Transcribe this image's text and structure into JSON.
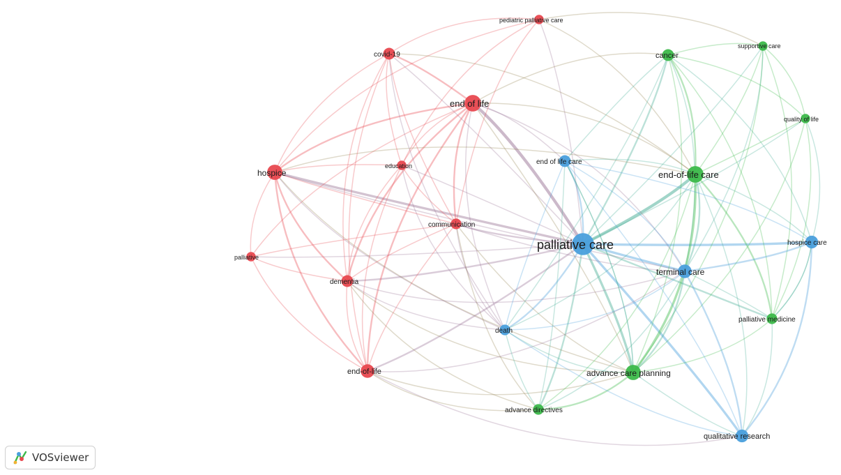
{
  "app": {
    "brand_name": "VOSviewer"
  },
  "colors": {
    "cluster_red": "#e8484f",
    "cluster_green": "#3cb94a",
    "cluster_blue": "#4a9fdc"
  },
  "network": {
    "nodes": [
      {
        "id": "palliative-care",
        "label": "palliative care",
        "cluster": "blue",
        "weight": 10
      },
      {
        "id": "end-of-life",
        "label": "end of life",
        "cluster": "red",
        "weight": 5
      },
      {
        "id": "hospice",
        "label": "hospice",
        "cluster": "red",
        "weight": 4
      },
      {
        "id": "covid-19",
        "label": "covid-19",
        "cluster": "red",
        "weight": 2
      },
      {
        "id": "pediatric-palliative-care",
        "label": "pediatric palliative care",
        "cluster": "red",
        "weight": 1
      },
      {
        "id": "education",
        "label": "education",
        "cluster": "red",
        "weight": 1
      },
      {
        "id": "communication",
        "label": "communication",
        "cluster": "red",
        "weight": 1.5
      },
      {
        "id": "palliative",
        "label": "palliative",
        "cluster": "red",
        "weight": 1
      },
      {
        "id": "dementia",
        "label": "dementia",
        "cluster": "red",
        "weight": 2
      },
      {
        "id": "end-of-life-hyphen",
        "label": "end-of-life",
        "cluster": "red",
        "weight": 3
      },
      {
        "id": "cancer",
        "label": "cancer",
        "cluster": "green",
        "weight": 2
      },
      {
        "id": "supportive-care",
        "label": "supportive care",
        "cluster": "green",
        "weight": 1
      },
      {
        "id": "quality-of-life",
        "label": "quality of life",
        "cluster": "green",
        "weight": 1
      },
      {
        "id": "end-of-life-care-hyphen",
        "label": "end-of-life care",
        "cluster": "green",
        "weight": 5
      },
      {
        "id": "palliative-medicine",
        "label": "palliative medicine",
        "cluster": "green",
        "weight": 1.5
      },
      {
        "id": "advance-care-planning",
        "label": "advance care planning",
        "cluster": "green",
        "weight": 4
      },
      {
        "id": "advance-directives",
        "label": "advance directives",
        "cluster": "green",
        "weight": 1.5
      },
      {
        "id": "end-of-life-care",
        "label": "end of life care",
        "cluster": "blue",
        "weight": 2
      },
      {
        "id": "hospice-care",
        "label": "hospice care",
        "cluster": "blue",
        "weight": 2.5
      },
      {
        "id": "terminal-care",
        "label": "terminal care",
        "cluster": "blue",
        "weight": 3
      },
      {
        "id": "death",
        "label": "death",
        "cluster": "blue",
        "weight": 1.5
      },
      {
        "id": "qualitative-research",
        "label": "qualitative research",
        "cluster": "blue",
        "weight": 2.5
      }
    ],
    "links": [
      [
        "palliative-care",
        "end-of-life",
        4
      ],
      [
        "palliative-care",
        "hospice",
        3
      ],
      [
        "palliative-care",
        "end-of-life-care-hyphen",
        4
      ],
      [
        "palliative-care",
        "advance-care-planning",
        3
      ],
      [
        "palliative-care",
        "qualitative-research",
        3
      ],
      [
        "palliative-care",
        "terminal-care",
        3
      ],
      [
        "palliative-care",
        "hospice-care",
        3
      ],
      [
        "palliative-care",
        "end-of-life-care",
        2
      ],
      [
        "palliative-care",
        "death",
        2
      ],
      [
        "palliative-care",
        "dementia",
        2
      ],
      [
        "palliative-care",
        "end-of-life-hyphen",
        2
      ],
      [
        "palliative-care",
        "communication",
        2
      ],
      [
        "palliative-care",
        "cancer",
        2
      ],
      [
        "palliative-care",
        "palliative-medicine",
        2
      ],
      [
        "palliative-care",
        "advance-directives",
        2
      ],
      [
        "palliative-care",
        "education",
        1
      ],
      [
        "palliative-care",
        "covid-19",
        1
      ],
      [
        "palliative-care",
        "supportive-care",
        1
      ],
      [
        "palliative-care",
        "quality-of-life",
        1
      ],
      [
        "palliative-care",
        "palliative",
        1
      ],
      [
        "palliative-care",
        "pediatric-palliative-care",
        1
      ],
      [
        "end-of-life",
        "hospice",
        2
      ],
      [
        "end-of-life",
        "covid-19",
        2
      ],
      [
        "end-of-life",
        "communication",
        2
      ],
      [
        "end-of-life",
        "dementia",
        2
      ],
      [
        "end-of-life",
        "end-of-life-hyphen",
        2
      ],
      [
        "end-of-life",
        "education",
        1
      ],
      [
        "end-of-life",
        "end-of-life-care-hyphen",
        1
      ],
      [
        "end-of-life",
        "terminal-care",
        1
      ],
      [
        "end-of-life",
        "advance-care-planning",
        1
      ],
      [
        "end-of-life",
        "death",
        1
      ],
      [
        "end-of-life",
        "palliative",
        1
      ],
      [
        "end-of-life",
        "cancer",
        1
      ],
      [
        "end-of-life",
        "end-of-life-care",
        1
      ],
      [
        "hospice",
        "covid-19",
        1
      ],
      [
        "hospice",
        "dementia",
        2
      ],
      [
        "hospice",
        "end-of-life-hyphen",
        2
      ],
      [
        "hospice",
        "palliative",
        1
      ],
      [
        "hospice",
        "education",
        1
      ],
      [
        "hospice",
        "communication",
        1
      ],
      [
        "hospice",
        "terminal-care",
        1
      ],
      [
        "hospice",
        "end-of-life-care-hyphen",
        1
      ],
      [
        "hospice",
        "death",
        1
      ],
      [
        "hospice",
        "advance-care-planning",
        1
      ],
      [
        "hospice",
        "pediatric-palliative-care",
        1
      ],
      [
        "covid-19",
        "communication",
        1
      ],
      [
        "covid-19",
        "education",
        1
      ],
      [
        "covid-19",
        "dementia",
        1
      ],
      [
        "covid-19",
        "end-of-life-hyphen",
        1
      ],
      [
        "covid-19",
        "end-of-life-care-hyphen",
        1
      ],
      [
        "covid-19",
        "pediatric-palliative-care",
        1
      ],
      [
        "covid-19",
        "death",
        1
      ],
      [
        "pediatric-palliative-care",
        "end-of-life-care-hyphen",
        1
      ],
      [
        "pediatric-palliative-care",
        "communication",
        1
      ],
      [
        "pediatric-palliative-care",
        "supportive-care",
        1
      ],
      [
        "pediatric-palliative-care",
        "education",
        1
      ],
      [
        "education",
        "communication",
        1
      ],
      [
        "education",
        "dementia",
        1
      ],
      [
        "education",
        "end-of-life-hyphen",
        1
      ],
      [
        "education",
        "death",
        1
      ],
      [
        "communication",
        "dementia",
        1
      ],
      [
        "communication",
        "end-of-life-hyphen",
        1
      ],
      [
        "communication",
        "advance-care-planning",
        1
      ],
      [
        "communication",
        "death",
        1
      ],
      [
        "communication",
        "terminal-care",
        1
      ],
      [
        "communication",
        "advance-directives",
        1
      ],
      [
        "palliative",
        "dementia",
        1
      ],
      [
        "palliative",
        "end-of-life-hyphen",
        1
      ],
      [
        "palliative",
        "communication",
        1
      ],
      [
        "dementia",
        "end-of-life-hyphen",
        1
      ],
      [
        "dementia",
        "advance-care-planning",
        1
      ],
      [
        "dementia",
        "death",
        1
      ],
      [
        "dementia",
        "terminal-care",
        1
      ],
      [
        "dementia",
        "advance-directives",
        1
      ],
      [
        "end-of-life-hyphen",
        "qualitative-research",
        1
      ],
      [
        "end-of-life-hyphen",
        "advance-directives",
        1
      ],
      [
        "end-of-life-hyphen",
        "advance-care-planning",
        1
      ],
      [
        "end-of-life-hyphen",
        "terminal-care",
        1
      ],
      [
        "cancer",
        "end-of-life-care-hyphen",
        2
      ],
      [
        "cancer",
        "supportive-care",
        1
      ],
      [
        "cancer",
        "quality-of-life",
        1
      ],
      [
        "cancer",
        "palliative-medicine",
        1
      ],
      [
        "cancer",
        "advance-care-planning",
        1
      ],
      [
        "cancer",
        "terminal-care",
        1
      ],
      [
        "cancer",
        "hospice-care",
        1
      ],
      [
        "cancer",
        "death",
        1
      ],
      [
        "cancer",
        "end-of-life-care",
        1
      ],
      [
        "supportive-care",
        "quality-of-life",
        1
      ],
      [
        "supportive-care",
        "end-of-life-care-hyphen",
        1
      ],
      [
        "supportive-care",
        "palliative-medicine",
        1
      ],
      [
        "supportive-care",
        "advance-care-planning",
        1
      ],
      [
        "supportive-care",
        "terminal-care",
        1
      ],
      [
        "quality-of-life",
        "end-of-life-care-hyphen",
        1
      ],
      [
        "quality-of-life",
        "palliative-medicine",
        1
      ],
      [
        "quality-of-life",
        "advance-care-planning",
        1
      ],
      [
        "quality-of-life",
        "hospice-care",
        1
      ],
      [
        "end-of-life-care-hyphen",
        "advance-care-planning",
        3
      ],
      [
        "end-of-life-care-hyphen",
        "terminal-care",
        2
      ],
      [
        "end-of-life-care-hyphen",
        "palliative-medicine",
        2
      ],
      [
        "end-of-life-care-hyphen",
        "advance-directives",
        1
      ],
      [
        "end-of-life-care-hyphen",
        "qualitative-research",
        1
      ],
      [
        "end-of-life-care-hyphen",
        "hospice-care",
        1
      ],
      [
        "end-of-life-care-hyphen",
        "death",
        1
      ],
      [
        "end-of-life-care-hyphen",
        "end-of-life-care",
        1
      ],
      [
        "palliative-medicine",
        "advance-care-planning",
        1
      ],
      [
        "palliative-medicine",
        "terminal-care",
        1
      ],
      [
        "palliative-medicine",
        "hospice-care",
        1
      ],
      [
        "palliative-medicine",
        "qualitative-research",
        1
      ],
      [
        "advance-care-planning",
        "advance-directives",
        2
      ],
      [
        "advance-care-planning",
        "terminal-care",
        2
      ],
      [
        "advance-care-planning",
        "qualitative-research",
        1
      ],
      [
        "advance-care-planning",
        "death",
        1
      ],
      [
        "advance-care-planning",
        "end-of-life-care",
        1
      ],
      [
        "advance-directives",
        "death",
        1
      ],
      [
        "advance-directives",
        "terminal-care",
        1
      ],
      [
        "advance-directives",
        "end-of-life-care",
        1
      ],
      [
        "end-of-life-care",
        "terminal-care",
        1
      ],
      [
        "end-of-life-care",
        "death",
        1
      ],
      [
        "end-of-life-care",
        "hospice-care",
        1
      ],
      [
        "end-of-life-care",
        "qualitative-research",
        1
      ],
      [
        "end-of-life-care",
        "advance-care-planning",
        1
      ],
      [
        "hospice-care",
        "terminal-care",
        2
      ],
      [
        "hospice-care",
        "qualitative-research",
        2
      ],
      [
        "hospice-care",
        "palliative-medicine",
        1
      ],
      [
        "terminal-care",
        "qualitative-research",
        2
      ],
      [
        "terminal-care",
        "death",
        1
      ],
      [
        "death",
        "qualitative-research",
        1
      ]
    ]
  }
}
